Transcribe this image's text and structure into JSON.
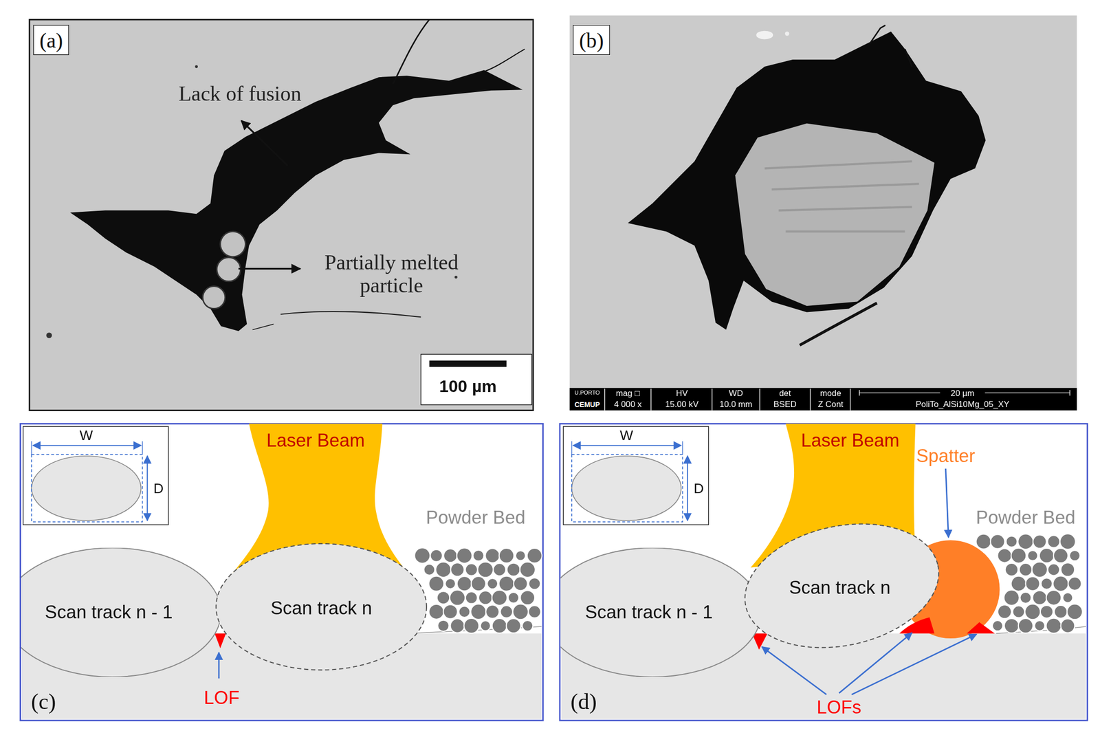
{
  "diagram": {
    "nodes": [
      {
        "text": [
          "Laser Beam"
        ]
      },
      {
        "text": [
          "Scan track n - 1"
        ]
      },
      {
        "text": [
          "Scan track n"
        ]
      },
      {
        "text": [
          "Laser Beam"
        ]
      },
      {
        "text": [
          "Scan track n - 1"
        ]
      },
      {
        "text": [
          "Scan track n"
        ]
      }
    ],
    "labels": [
      "(a)",
      "Lack of fusion",
      "Partially melted particle",
      "100 µm",
      "(b)",
      "U.PORTO",
      "CEMUP",
      "mag □",
      "4 000 x",
      "HV",
      "15.00 kV",
      "WD",
      "10.0 mm",
      "det",
      "BSED",
      "mode",
      "Z Cont",
      "20 µm",
      "PoliTo_AlSi10Mg_05_XY",
      "W",
      "D",
      "Powder Bed",
      "LOF",
      "(c)",
      "W",
      "D",
      "Spatter",
      "Powder Bed",
      "LOFs",
      "(d)"
    ]
  }
}
